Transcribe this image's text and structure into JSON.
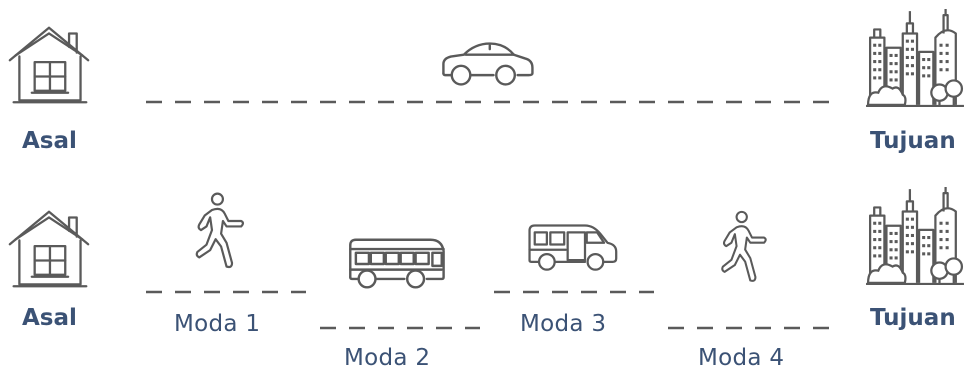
{
  "colors": {
    "text": "#3b5275",
    "icon_stroke": "#5a5a5a",
    "dash": "#5a5a5a"
  },
  "row1": {
    "origin_label": "Asal",
    "destination_label": "Tujuan",
    "origin_icon": "house-icon",
    "vehicle_icon": "car-icon",
    "destination_icon": "city-buildings-icon"
  },
  "row2": {
    "origin_label": "Asal",
    "destination_label": "Tujuan",
    "origin_icon": "house-icon",
    "destination_icon": "city-buildings-icon",
    "modes": [
      {
        "label": "Moda 1",
        "icon": "walking-person-icon"
      },
      {
        "label": "Moda 2",
        "icon": "bus-icon"
      },
      {
        "label": "Moda 3",
        "icon": "minibus-van-icon"
      },
      {
        "label": "Moda 4",
        "icon": "walking-person-icon"
      }
    ]
  }
}
